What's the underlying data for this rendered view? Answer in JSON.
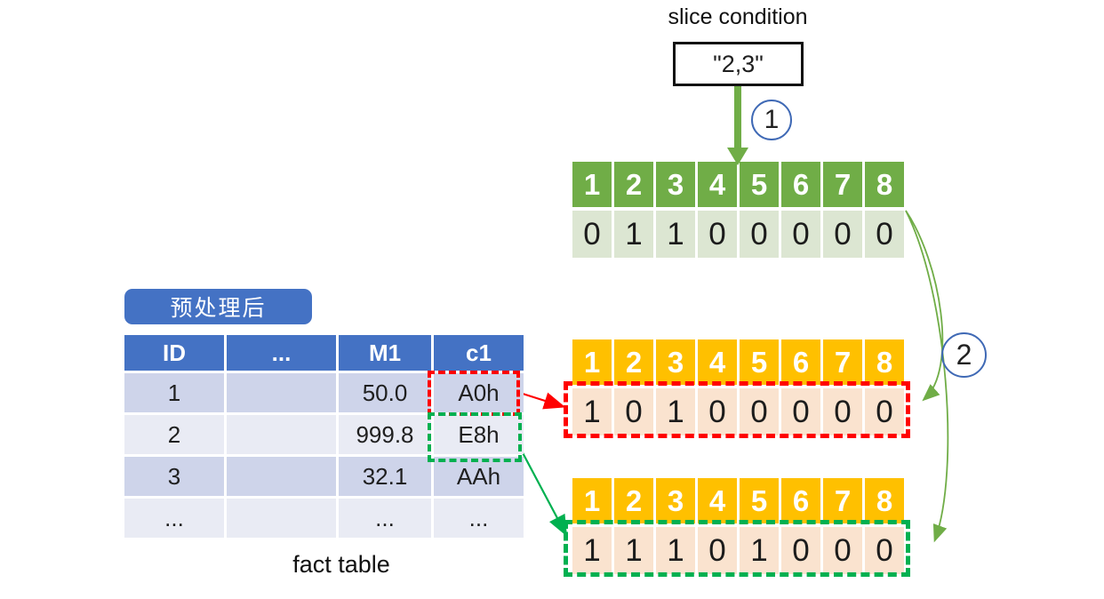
{
  "condition": {
    "label": "slice condition",
    "value": "\"2,3\""
  },
  "steps": {
    "one": "1",
    "two": "2"
  },
  "selection_bitmap": {
    "header": [
      "1",
      "2",
      "3",
      "4",
      "5",
      "6",
      "7",
      "8"
    ],
    "bits": [
      "0",
      "1",
      "1",
      "0",
      "0",
      "0",
      "0",
      "0"
    ]
  },
  "bitmap_a0h": {
    "header": [
      "1",
      "2",
      "3",
      "4",
      "5",
      "6",
      "7",
      "8"
    ],
    "bits": [
      "1",
      "0",
      "1",
      "0",
      "0",
      "0",
      "0",
      "0"
    ]
  },
  "bitmap_e8h": {
    "header": [
      "1",
      "2",
      "3",
      "4",
      "5",
      "6",
      "7",
      "8"
    ],
    "bits": [
      "1",
      "1",
      "1",
      "0",
      "1",
      "0",
      "0",
      "0"
    ]
  },
  "fact_table": {
    "tag": "预处理后",
    "caption": "fact table",
    "headers": [
      "ID",
      "...",
      "M1",
      "c1"
    ],
    "rows": [
      [
        "1",
        "",
        "50.0",
        "A0h"
      ],
      [
        "2",
        "",
        "999.8",
        "E8h"
      ],
      [
        "3",
        "",
        "32.1",
        "AAh"
      ],
      [
        "...",
        "",
        "...",
        "..."
      ]
    ]
  },
  "colors": {
    "green": "#70AD47",
    "light_green": "#DCE6D2",
    "orange": "#FFC000",
    "light_orange": "#FAE3CF",
    "blue": "#4472C4",
    "row_dark": "#CED4EA",
    "row_light": "#E9EBF4",
    "red": "#FF0000",
    "bright_green": "#00B050"
  }
}
